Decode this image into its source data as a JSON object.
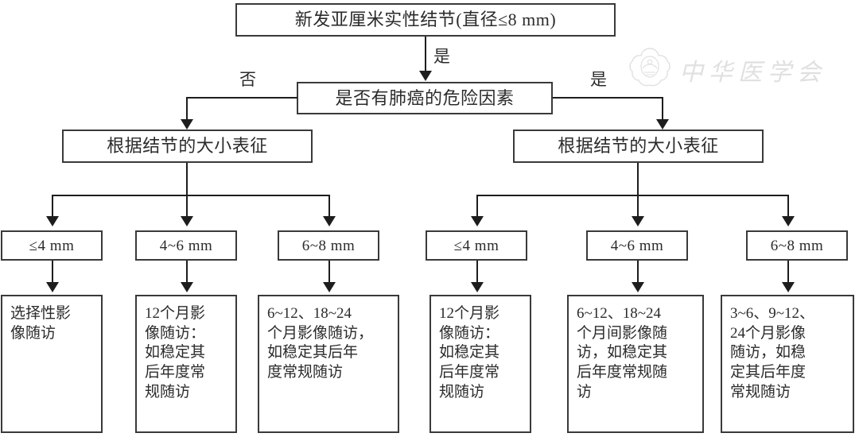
{
  "figure": {
    "type": "flowchart",
    "title_box": "新发亚厘米实性结节(直径≤8 mm)",
    "decision_box": "是否有肺癌的危险因素",
    "edge_labels": {
      "top_to_decision": "是",
      "decision_left": "否",
      "decision_right": "是"
    },
    "branch_left": {
      "header": "根据结节的大小表征",
      "size_boxes": [
        "≤4 mm",
        "4~6 mm",
        "6~8 mm"
      ],
      "details": [
        "选择性影\n像随访",
        "12个月影\n像随访：\n如稳定其\n后年度常\n规随访",
        "6~12、18~24\n个月影像随访，\n如稳定其后年\n度常规随访"
      ]
    },
    "branch_right": {
      "header": "根据结节的大小表征",
      "size_boxes": [
        "≤4 mm",
        "4~6 mm",
        "6~8 mm"
      ],
      "details": [
        "12个月影\n像随访：\n如稳定其\n后年度常\n规随访",
        "6~12、18~24\n个月间影像随\n访，如稳定其\n后年度常规随\n访",
        "3~6、9~12、\n24个月影像\n随访，如稳\n定其后年度\n常规随访"
      ]
    },
    "watermark": {
      "emblem": "chinese-medical-association-emblem",
      "text": "中华医学会"
    },
    "colors": {
      "box_border": "#3a3a3a",
      "connector": "#1d1d1d",
      "text": "#2b2b2b",
      "background": "#ffffff"
    }
  }
}
